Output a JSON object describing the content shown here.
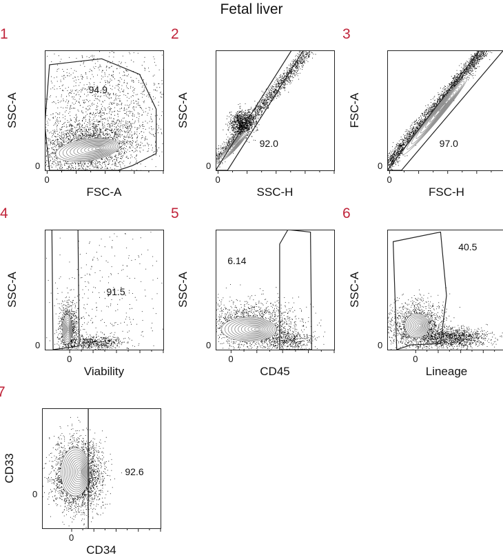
{
  "title": "Fetal liver",
  "chart_data": [
    {
      "type": "scatter",
      "panel": "1",
      "xlabel": "FSC-A",
      "ylabel": "SSC-A",
      "x_tick_labels": [
        "0"
      ],
      "y_tick_labels": [
        "0"
      ],
      "gate_value": "94.9"
    },
    {
      "type": "scatter",
      "panel": "2",
      "xlabel": "SSC-H",
      "ylabel": "SSC-A",
      "x_tick_labels": [
        "0"
      ],
      "y_tick_labels": [
        "0"
      ],
      "gate_value": "92.0"
    },
    {
      "type": "scatter",
      "panel": "3",
      "xlabel": "FSC-H",
      "ylabel": "FSC-A",
      "x_tick_labels": [
        "0"
      ],
      "y_tick_labels": [
        "0"
      ],
      "gate_value": "97.0"
    },
    {
      "type": "scatter",
      "panel": "4",
      "xlabel": "Viability",
      "ylabel": "SSC-A",
      "x_tick_labels": [
        "0"
      ],
      "y_tick_labels": [
        "0"
      ],
      "gate_value": "91.5"
    },
    {
      "type": "scatter",
      "panel": "5",
      "xlabel": "CD45",
      "ylabel": "SSC-A",
      "x_tick_labels": [
        "0"
      ],
      "y_tick_labels": [
        "0"
      ],
      "gate_value": "6.14"
    },
    {
      "type": "scatter",
      "panel": "6",
      "xlabel": "Lineage",
      "ylabel": "SSC-A",
      "x_tick_labels": [
        "0"
      ],
      "y_tick_labels": [
        "0"
      ],
      "gate_value": "40.5"
    },
    {
      "type": "scatter",
      "panel": "7",
      "xlabel": "CD34",
      "ylabel": "CD33",
      "x_tick_labels": [
        "0"
      ],
      "y_tick_labels": [
        "0"
      ],
      "gate_value": "92.6"
    }
  ],
  "colors": {
    "panel_number": "#c0243a",
    "dots": "#000000",
    "contours": "#888888"
  }
}
